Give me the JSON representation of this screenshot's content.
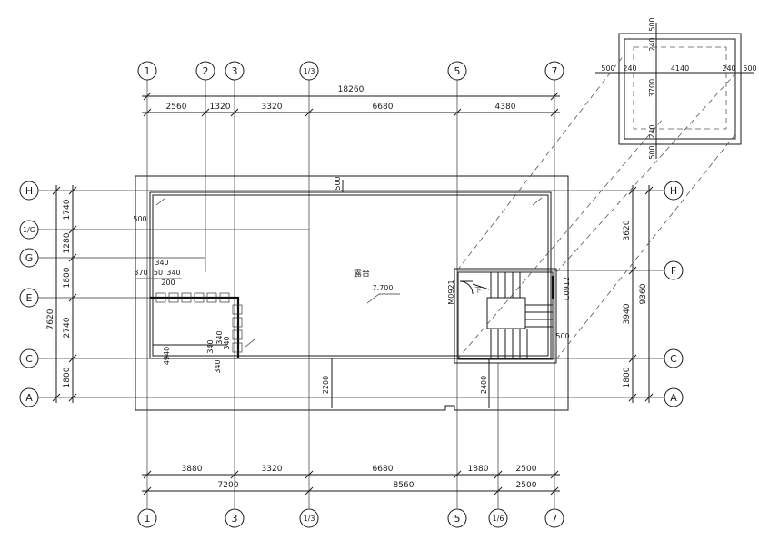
{
  "axes_vertical": [
    "1",
    "2",
    "3",
    "1/3",
    "5",
    "7"
  ],
  "axes_bottom": [
    "1",
    "3",
    "1/3",
    "5",
    "1/6",
    "7"
  ],
  "axes_horizontal": [
    "H",
    "1/G",
    "G",
    "E",
    "C",
    "A"
  ],
  "axes_right": [
    "H",
    "F",
    "C",
    "A"
  ],
  "dims_top_total": "18260",
  "dims_top": [
    "2560",
    "1320",
    "3320",
    "6680",
    "4380"
  ],
  "dims_bottom_row1": [
    "3880",
    "3320",
    "6680",
    "1880",
    "2500"
  ],
  "dims_bottom_row2": [
    "7200",
    "8560",
    "2500"
  ],
  "dims_left": [
    "1740",
    "1280",
    "1800",
    "2740",
    "1800"
  ],
  "dims_left_total": "7620",
  "dims_right": [
    "3620",
    "3940",
    "1800"
  ],
  "dims_right_total": "9360",
  "detail_labels": {
    "top": "500",
    "bottom": "500",
    "left": "500",
    "right": "500",
    "t240": "240",
    "b240": "240",
    "l240": "240",
    "r240": "240",
    "width": "4140",
    "height": "3700"
  },
  "room_label": "露台",
  "elevation": "7.700",
  "door_label": "M0921",
  "window_label": "C0912",
  "misc": {
    "d500_top": "500",
    "d500_left": "500",
    "d500_stair": "500",
    "d340": "340",
    "d370": "370",
    "d50": "50",
    "d340b": "340",
    "d200": "200",
    "d4940": "4940",
    "d2200": "2200",
    "d2400": "2400",
    "d340c": "340",
    "d340d": "340",
    "d340e": "340",
    "d340f": "340",
    "stair_mark": "下"
  }
}
